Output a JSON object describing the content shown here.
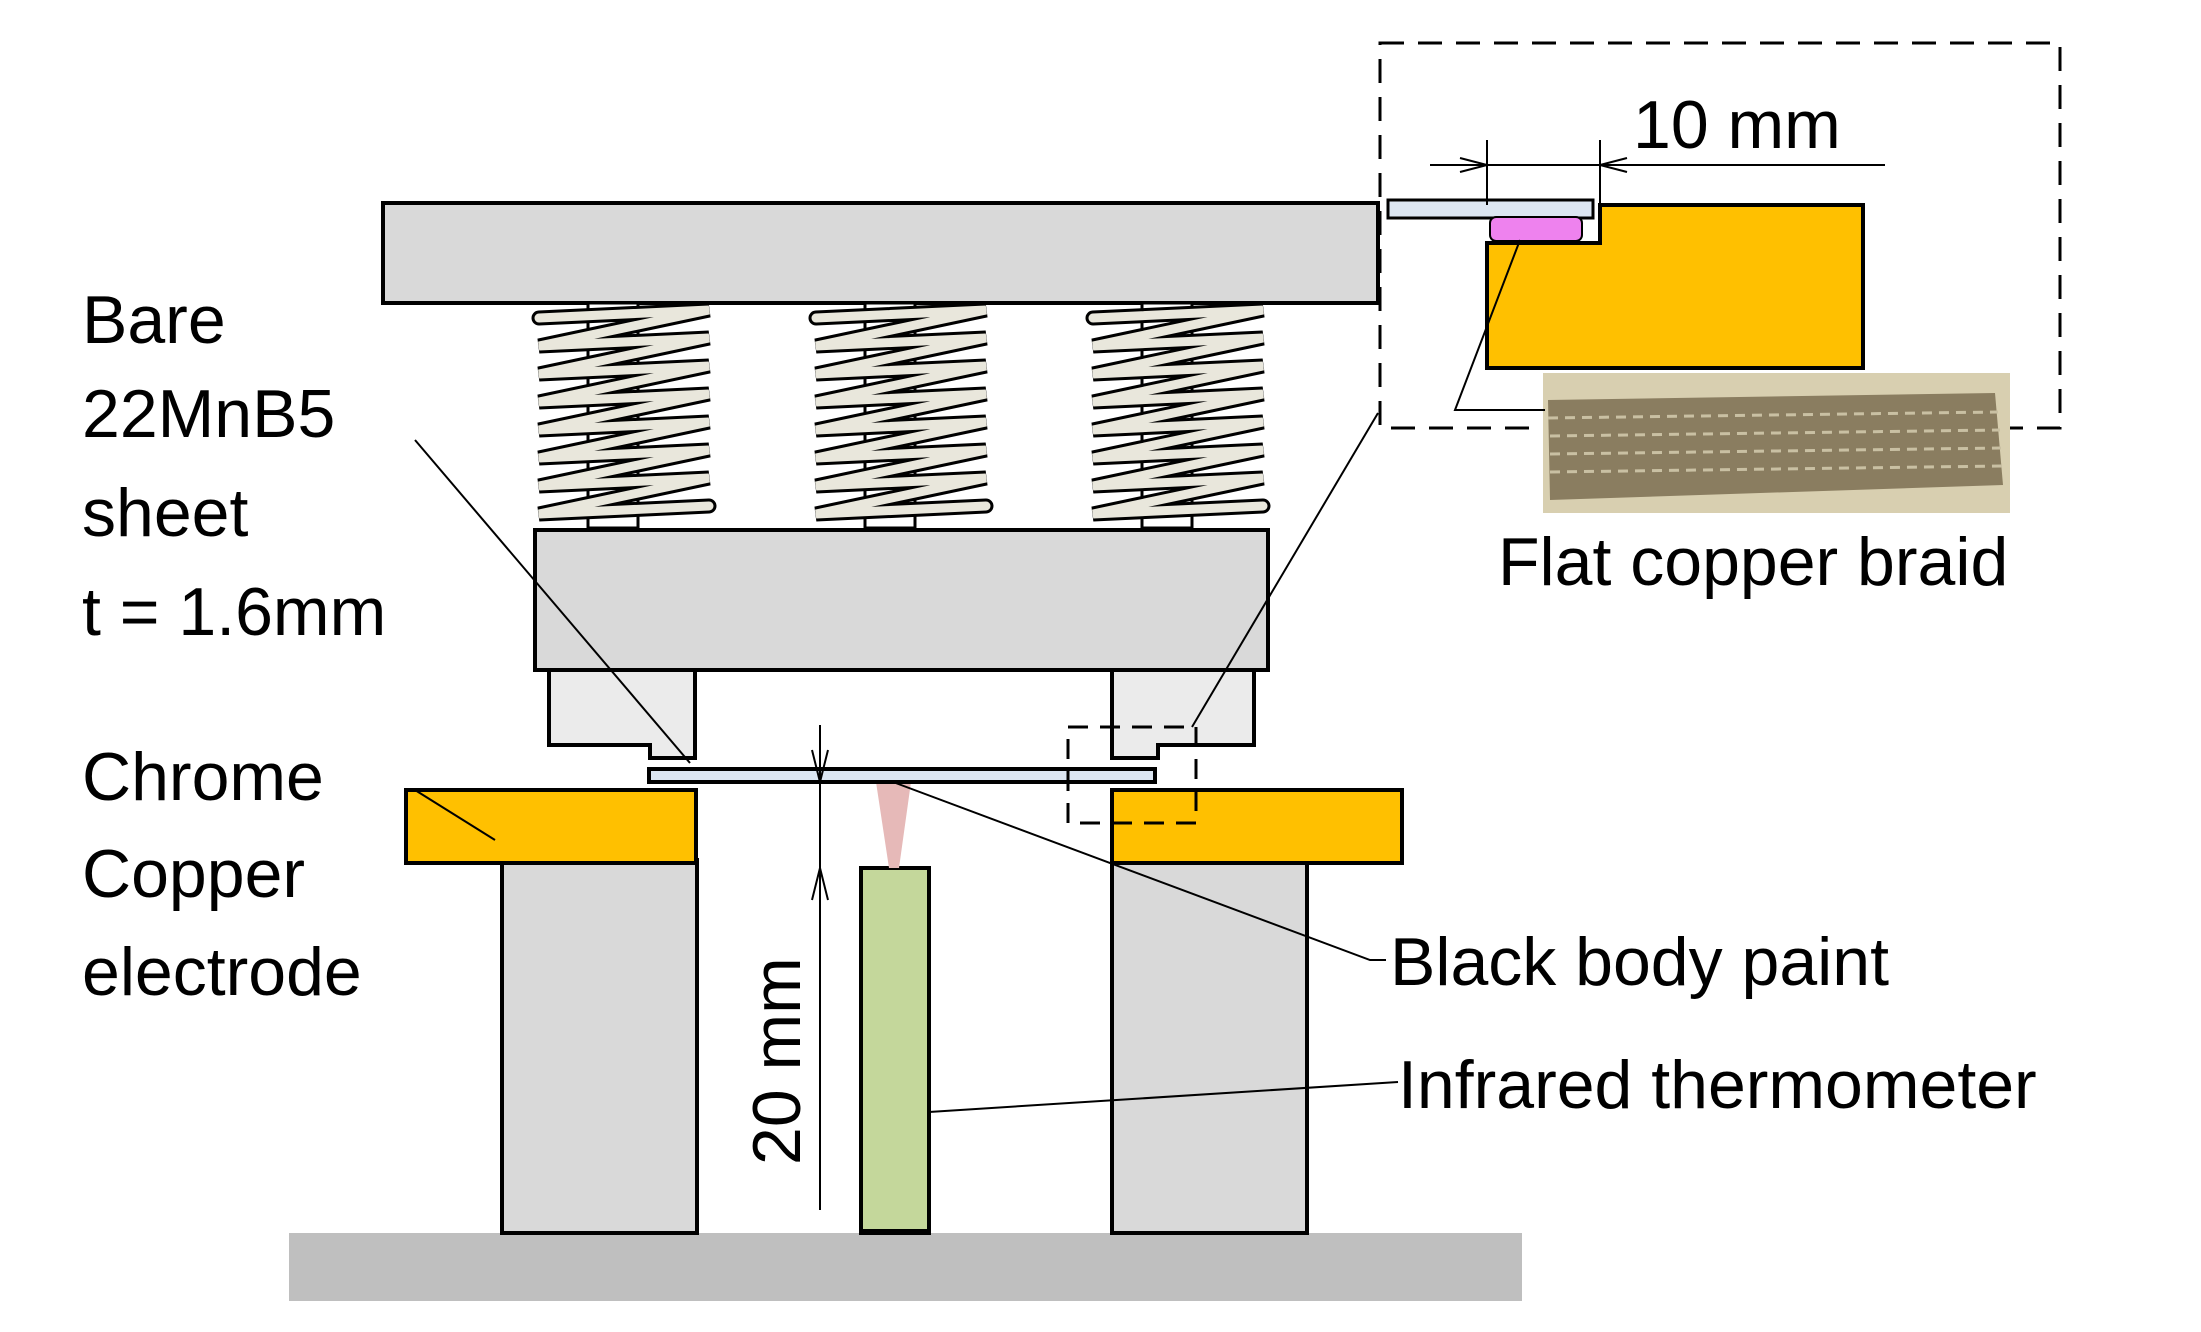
{
  "labels": {
    "sheet": [
      "Bare",
      "22MnB5",
      "sheet",
      "t = 1.6mm"
    ],
    "electrode": [
      "Chrome",
      "Copper",
      "electrode"
    ],
    "black_body_paint": "Black body paint",
    "infrared_thermometer": "Infrared thermometer",
    "flat_copper_braid": "Flat copper braid",
    "dim_10mm": "10 mm",
    "dim_20mm": "20 mm"
  },
  "colors": {
    "steel": "#d9d9d9",
    "electrode": "#ffc000",
    "thermometer": "#c4d79b",
    "ir_beam": "#e6b9b8",
    "braid_highlight": "#ee82ee",
    "sheet": "#dce6f2",
    "spring": "#e9e7dc",
    "braid_photo": "#8a7d60"
  }
}
